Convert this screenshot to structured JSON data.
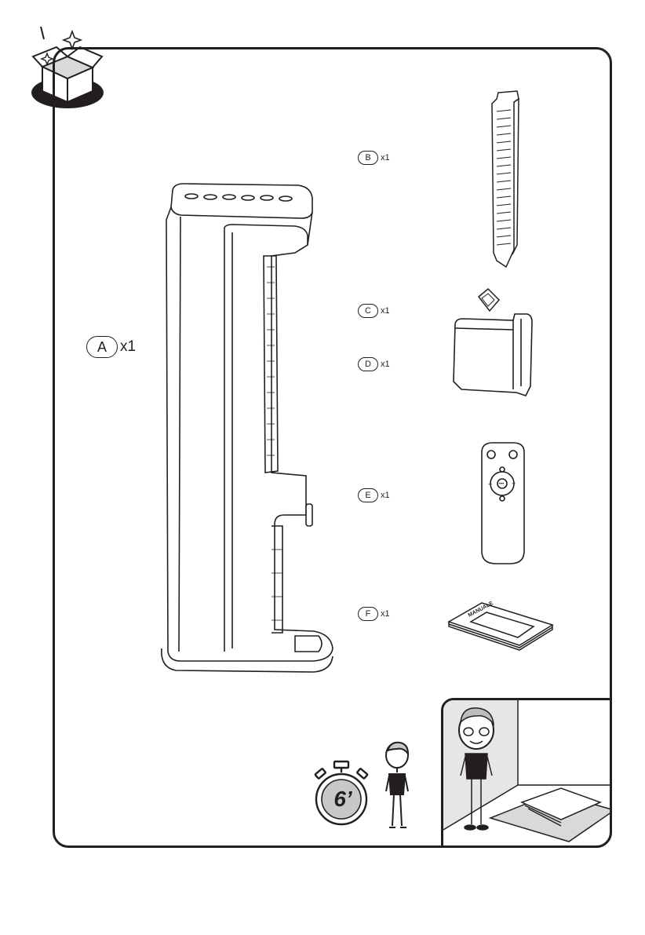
{
  "parts": [
    {
      "letter": "A",
      "qty": "x1",
      "name": "tower-cooler"
    },
    {
      "letter": "B",
      "qty": "x1",
      "name": "filter-panel"
    },
    {
      "letter": "C",
      "qty": "x1",
      "name": "ice-pack"
    },
    {
      "letter": "D",
      "qty": "x1",
      "name": "water-tank"
    },
    {
      "letter": "E",
      "qty": "x1",
      "name": "remote-control"
    },
    {
      "letter": "F",
      "qty": "x1",
      "name": "manual"
    }
  ],
  "timer": {
    "value": "6’"
  },
  "manual_cover_text": "MANUALE",
  "icons": [
    "unboxing-icon",
    "stopwatch-icon",
    "one-person-icon",
    "read-manual-illustration"
  ],
  "colors": {
    "line": "#231f20",
    "panel_gray": "#e6e6e6",
    "background": "#ffffff"
  }
}
